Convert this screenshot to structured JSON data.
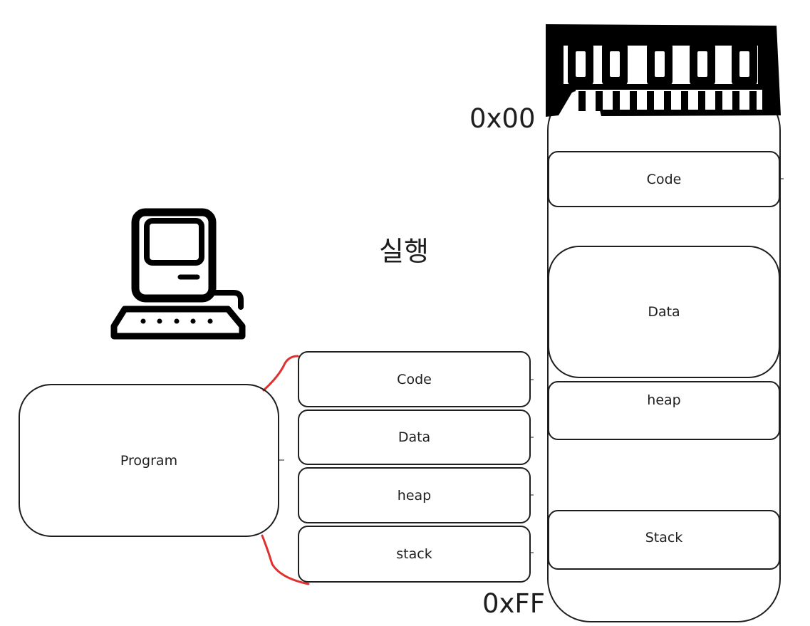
{
  "program": {
    "label": "Program"
  },
  "segments": [
    {
      "key": "code",
      "label": "Code"
    },
    {
      "key": "data",
      "label": "Data"
    },
    {
      "key": "heap",
      "label": "heap"
    },
    {
      "key": "stack",
      "label": "stack"
    }
  ],
  "execute_label": "실행",
  "memory": {
    "addr_start": "0x00",
    "addr_end": "0xFF",
    "regions": [
      {
        "key": "code",
        "label": "Code"
      },
      {
        "key": "data",
        "label": "Data"
      },
      {
        "key": "heap",
        "label": "heap"
      },
      {
        "key": "stack",
        "label": "Stack"
      }
    ]
  },
  "icons": {
    "computer": "computer-icon",
    "ram": "ram-chip-icon"
  },
  "colors": {
    "stroke": "#1e1e1e",
    "bracket": "#e03131"
  }
}
